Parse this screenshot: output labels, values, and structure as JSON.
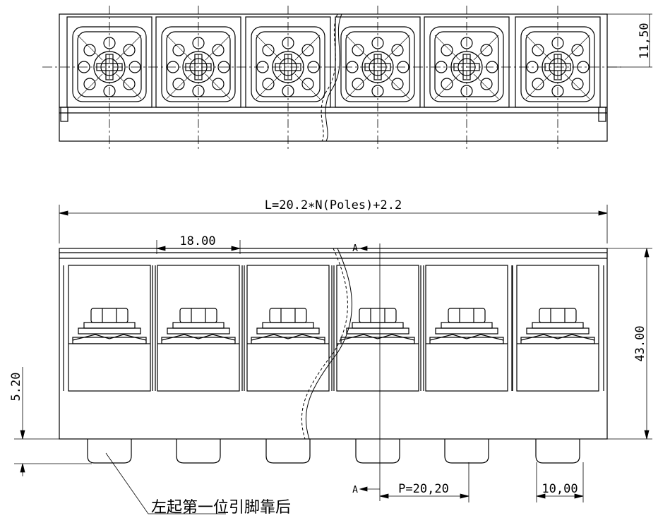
{
  "top_view": {
    "dimension_height": "11,50"
  },
  "front_view": {
    "length_formula": "L=20.2∗N(Poles)+2.2",
    "spacing": "18.00",
    "height": "43.00",
    "pin_height": "5.20",
    "pitch": "P=20,20",
    "pin_width": "10,00",
    "section_marker_top": "A",
    "section_marker_bottom": "A",
    "note": "左起第一位引脚靠后"
  },
  "colors": {
    "line": "#000000",
    "background": "#ffffff"
  }
}
